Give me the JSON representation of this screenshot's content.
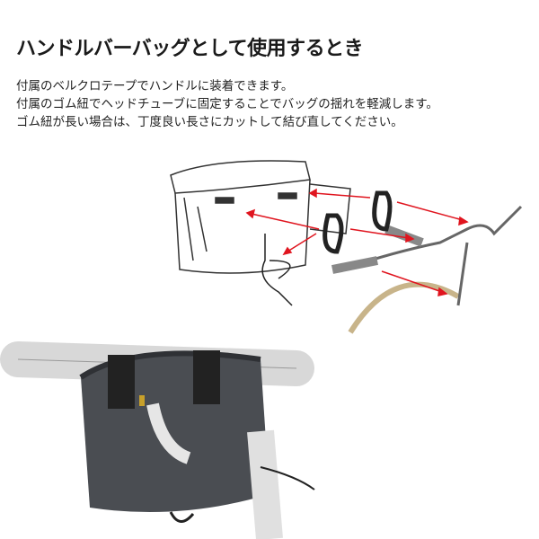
{
  "title": "ハンドルバーバッグとして使用するとき",
  "description": [
    "付属のベルクロテープでハンドルに装着できます。",
    "付属のゴム紐でヘッドチューブに固定することでバッグの揺れを軽減します。",
    "ゴム紐が長い場合は、丁度良い長さにカットして結び直してください。"
  ],
  "colors": {
    "arrow": "#e0151f",
    "bag": "#4a4d52",
    "line": "#333333"
  }
}
